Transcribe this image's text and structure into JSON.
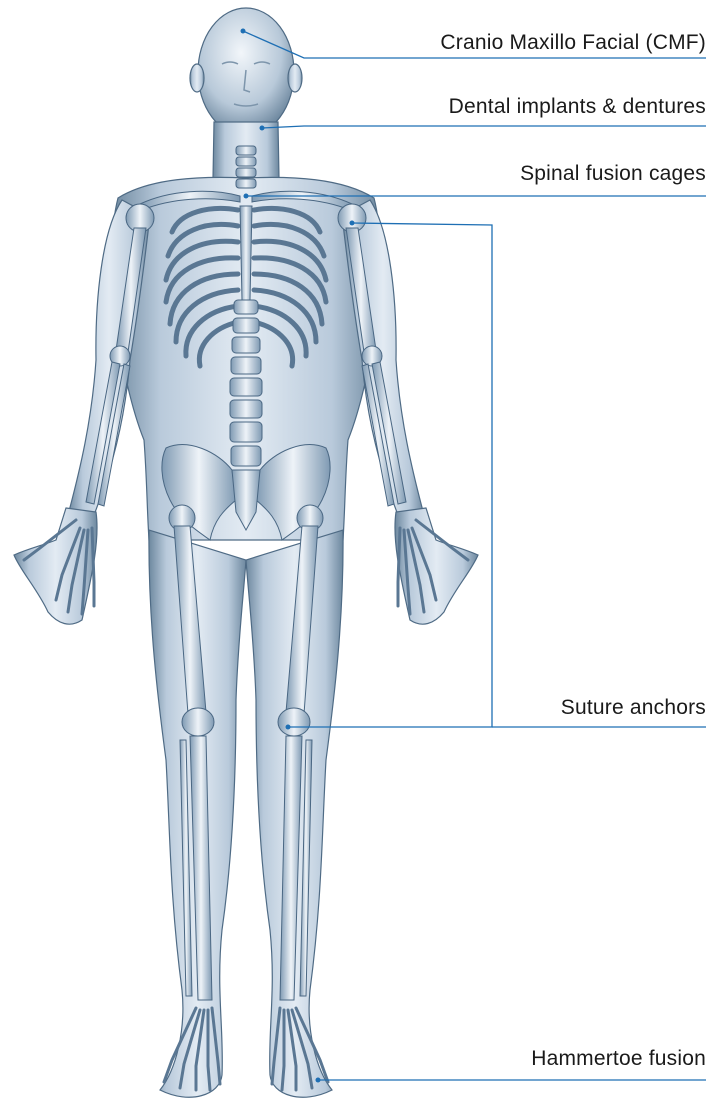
{
  "labels": {
    "cmf": "Cranio Maxillo Facial (CMF)",
    "dental": "Dental implants & dentures",
    "spinal": "Spinal fusion cages",
    "suture": "Suture anchors",
    "hammertoe": "Hammertoe fusion"
  },
  "colors": {
    "leader_line": "#1e6fb4",
    "skin": "#c9d8e6",
    "skin_edge": "#5f7d98",
    "bone": "#e6eef6",
    "bone_edge": "#52708e",
    "background": "#ffffff"
  }
}
